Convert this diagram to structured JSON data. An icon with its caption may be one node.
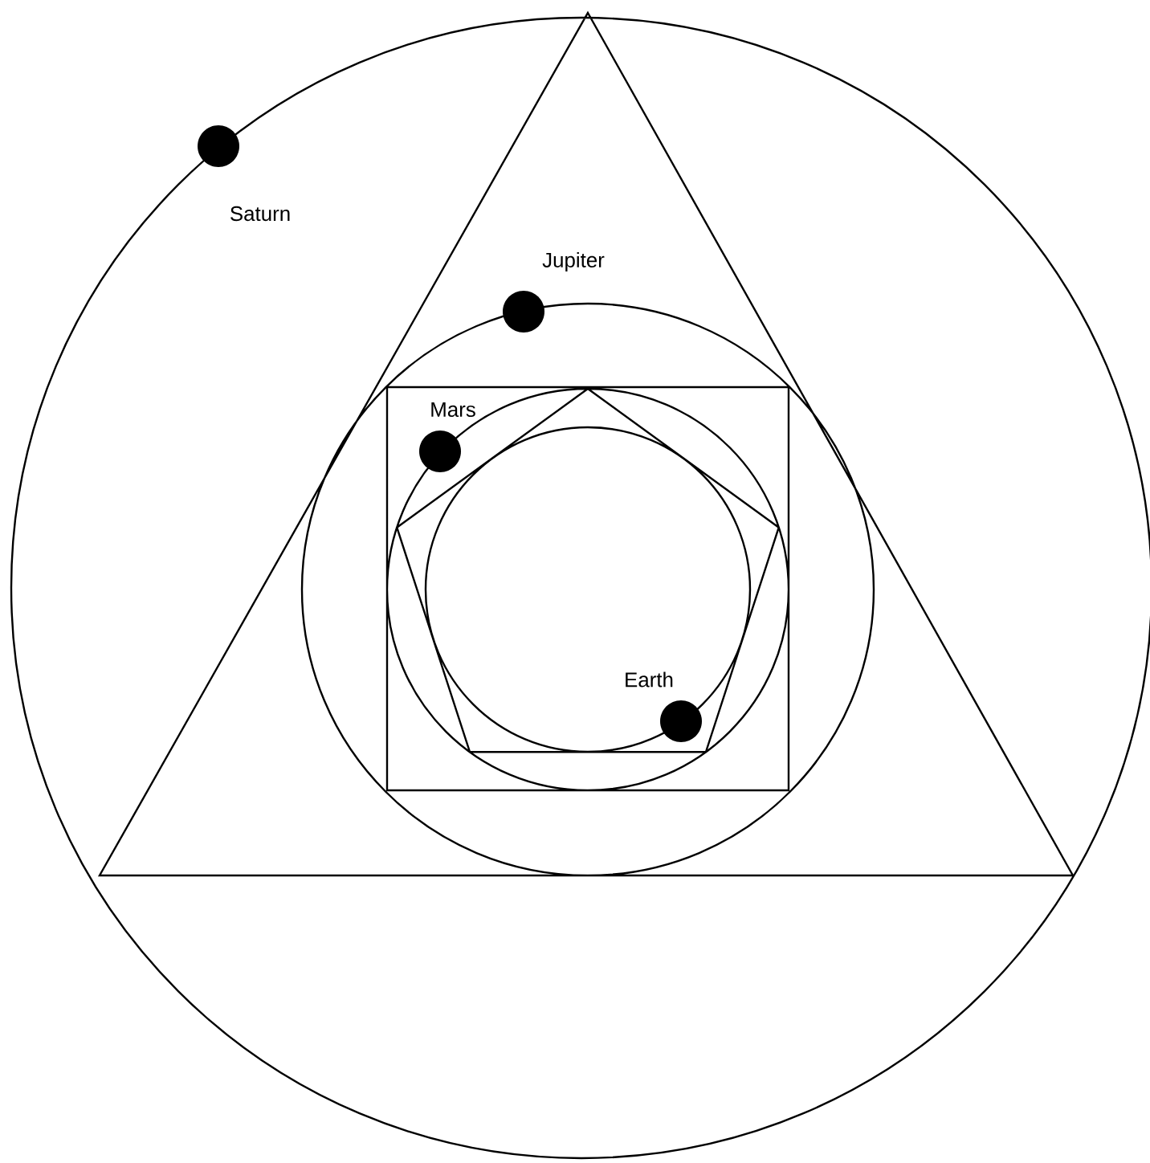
{
  "diagram": {
    "labels": [
      "Saturn",
      "Jupiter",
      "Mars",
      "Earth"
    ]
  }
}
